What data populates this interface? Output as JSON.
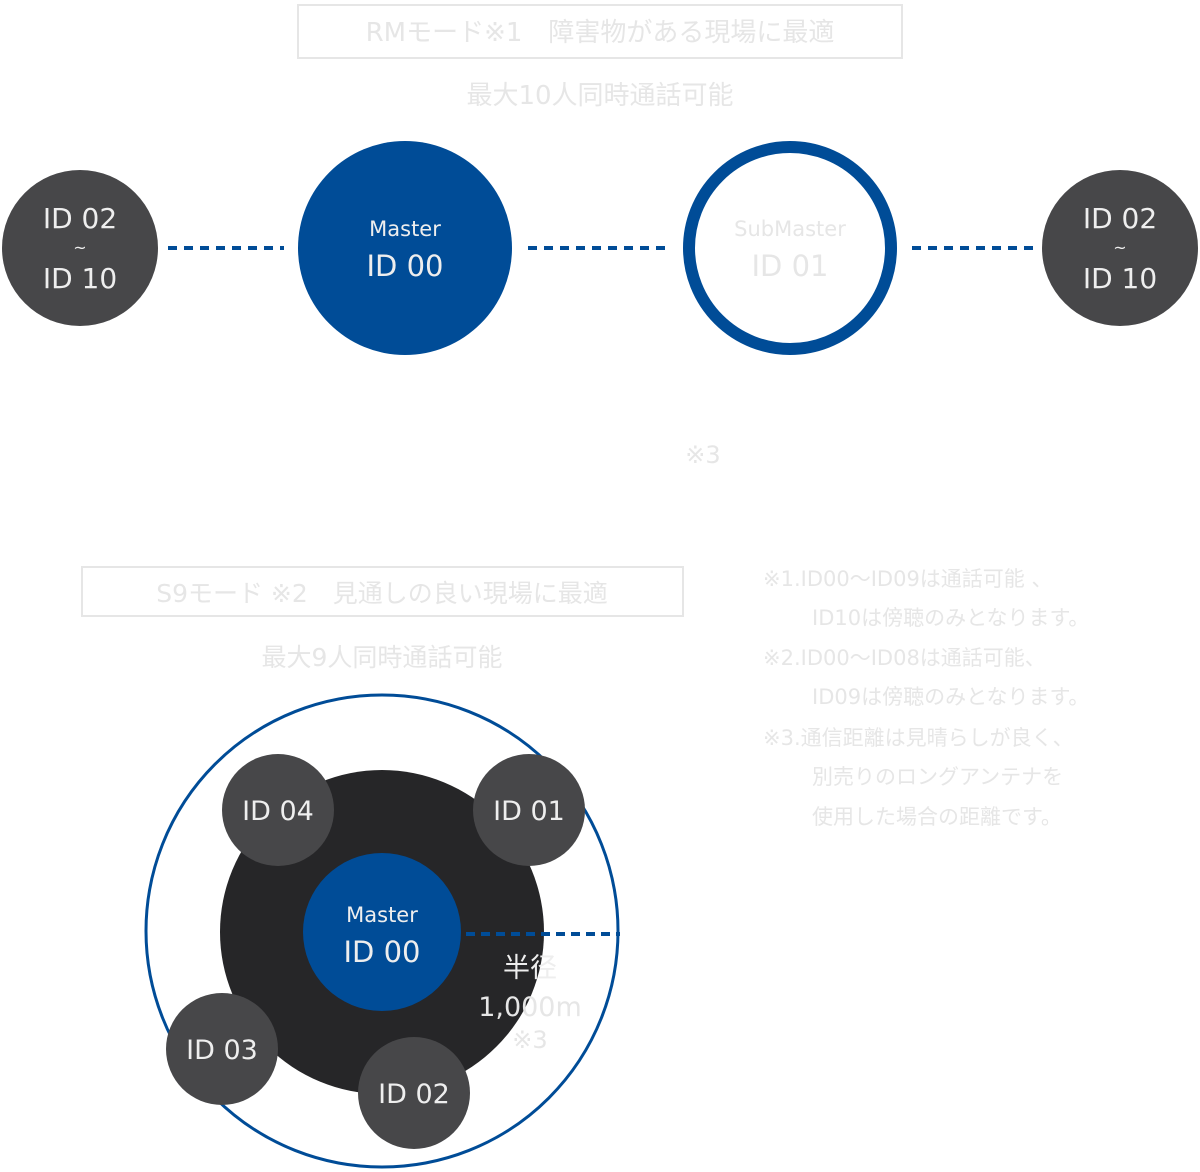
{
  "colors": {
    "blue": "#004c97",
    "node_gray": "#474749",
    "range_dark": "#262628",
    "text_light": "#e6e6e6"
  },
  "rm": {
    "heading": "RMモード※1　障害物がある現場に最適",
    "subheading": "最大10人同時通話可能",
    "left_node": {
      "top": "ID 02",
      "tilde": "~",
      "bottom": "ID 10"
    },
    "master": {
      "role": "Master",
      "id": "ID 00"
    },
    "submaster": {
      "role": "SubMaster",
      "id": "ID 01"
    },
    "right_node": {
      "top": "ID 02",
      "tilde": "~",
      "bottom": "ID 10"
    },
    "note_ref": "※3"
  },
  "s9": {
    "heading": "S9モード ※2　見通しの良い現場に最適",
    "subheading": "最大9人同時通話可能",
    "master": {
      "role": "Master",
      "id": "ID 00"
    },
    "nodes": [
      "ID 01",
      "ID 02",
      "ID 03",
      "ID 04"
    ],
    "radius_label": "半径",
    "radius_value": "1,000m",
    "radius_note": "※3"
  },
  "notes": [
    "※1.ID00〜ID09は通話可能 、",
    "ID10は傍聴のみとなります。",
    "※2.ID00〜ID08は通話可能、",
    "ID09は傍聴のみとなります。",
    "※3.通信距離は見晴らしが良く、",
    "別売りのロングアンテナを",
    "使用した場合の距離です。"
  ]
}
